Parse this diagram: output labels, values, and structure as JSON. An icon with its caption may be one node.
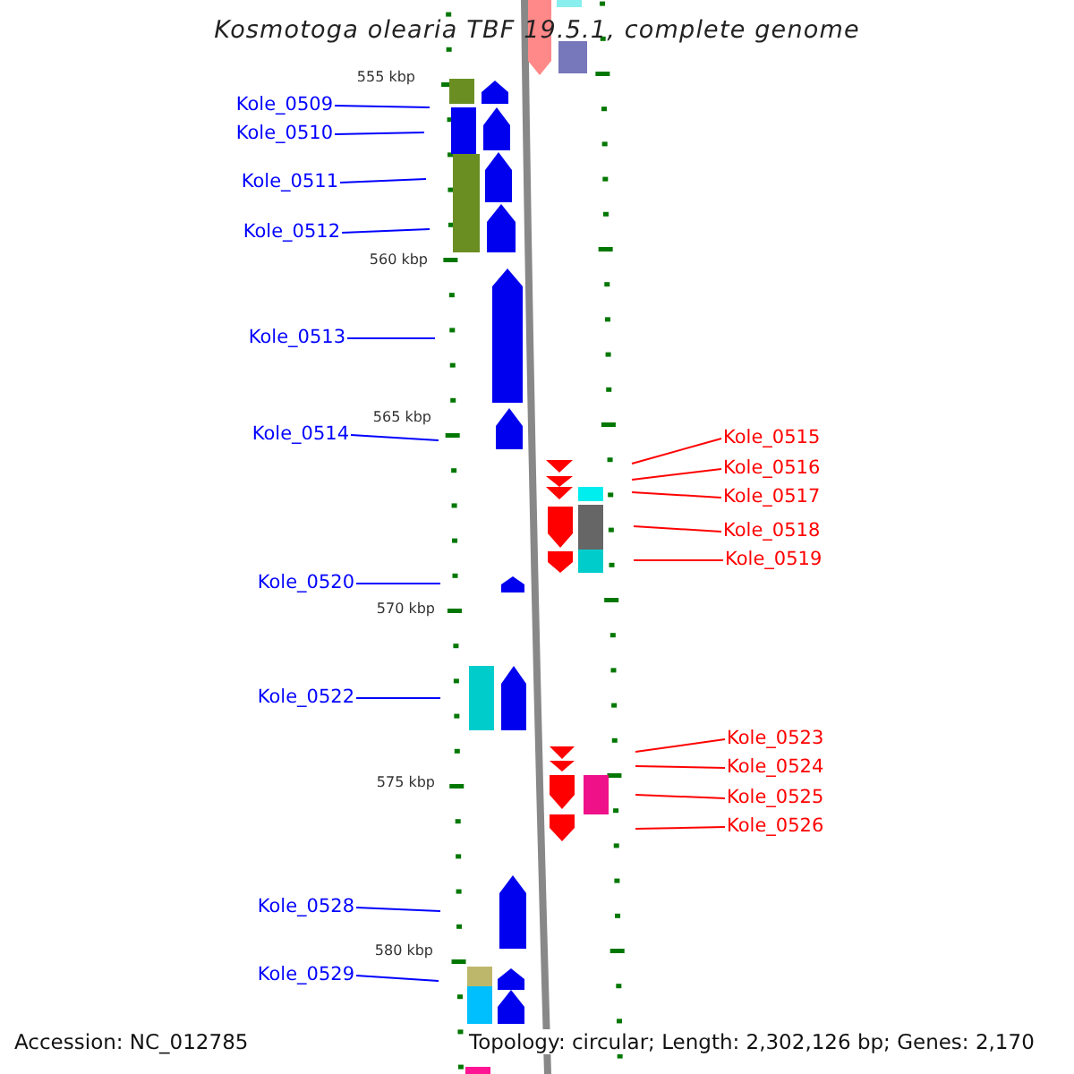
{
  "diagram": {
    "title": "Kosmotoga olearia TBF 19.5.1, complete genome",
    "nodes": [
      {
        "text": [
          "Kole_0509"
        ]
      },
      {
        "text": [
          "Kole_0510"
        ]
      },
      {
        "text": [
          "Kole_0511"
        ]
      },
      {
        "text": [
          "Kole_0512"
        ]
      },
      {
        "text": [
          "Kole_0513"
        ]
      },
      {
        "text": [
          "Kole_0514"
        ]
      },
      {
        "text": [
          "Kole_0515"
        ]
      },
      {
        "text": [
          "Kole_0516"
        ]
      },
      {
        "text": [
          "Kole_0517"
        ]
      },
      {
        "text": [
          "Kole_0518"
        ]
      },
      {
        "text": [
          "Kole_0519"
        ]
      },
      {
        "text": [
          "Kole_0520"
        ]
      },
      {
        "text": [
          "Kole_0522"
        ]
      },
      {
        "text": [
          "Kole_0523"
        ]
      },
      {
        "text": [
          "Kole_0524"
        ]
      },
      {
        "text": [
          "Kole_0525"
        ]
      },
      {
        "text": [
          "Kole_0526"
        ]
      },
      {
        "text": [
          "Kole_0528"
        ]
      },
      {
        "text": [
          "Kole_0529"
        ]
      }
    ],
    "edges": [
      {
        "from": 0,
        "to": null,
        "arrow": "none"
      },
      {
        "from": 1,
        "to": null,
        "arrow": "none"
      },
      {
        "from": 2,
        "to": null,
        "arrow": "none"
      },
      {
        "from": 3,
        "to": null,
        "arrow": "none"
      },
      {
        "from": 4,
        "to": null,
        "arrow": "none"
      },
      {
        "from": 5,
        "to": null,
        "arrow": "none"
      },
      {
        "from": 6,
        "to": null,
        "arrow": "none",
        "color": "#ff0000"
      },
      {
        "from": 7,
        "to": null,
        "arrow": "none",
        "color": "#ff0000"
      },
      {
        "from": 8,
        "to": null,
        "arrow": "none",
        "color": "#ff0000"
      },
      {
        "from": 9,
        "to": null,
        "arrow": "none",
        "color": "#ff0000"
      },
      {
        "from": 10,
        "to": null,
        "arrow": "none",
        "color": "#ff0000"
      },
      {
        "from": 11,
        "to": null,
        "arrow": "none"
      },
      {
        "from": 12,
        "to": null,
        "arrow": "none"
      },
      {
        "from": 13,
        "to": null,
        "arrow": "none",
        "color": "#ff0000"
      },
      {
        "from": 14,
        "to": null,
        "arrow": "none",
        "color": "#ff0000"
      },
      {
        "from": 15,
        "to": null,
        "arrow": "none",
        "color": "#ff0000"
      },
      {
        "from": 16,
        "to": null,
        "arrow": "none",
        "color": "#ff0000"
      },
      {
        "from": 17,
        "to": null,
        "arrow": "none"
      },
      {
        "from": 18,
        "to": null,
        "arrow": "none"
      }
    ],
    "labels": [
      "555 kbp",
      "560 kbp",
      "565 kbp",
      "570 kbp",
      "575 kbp",
      "580 kbp",
      "Accession: NC_012785",
      "Topology: circular; Length: 2,302,126 bp; Genes: 2,170"
    ]
  }
}
